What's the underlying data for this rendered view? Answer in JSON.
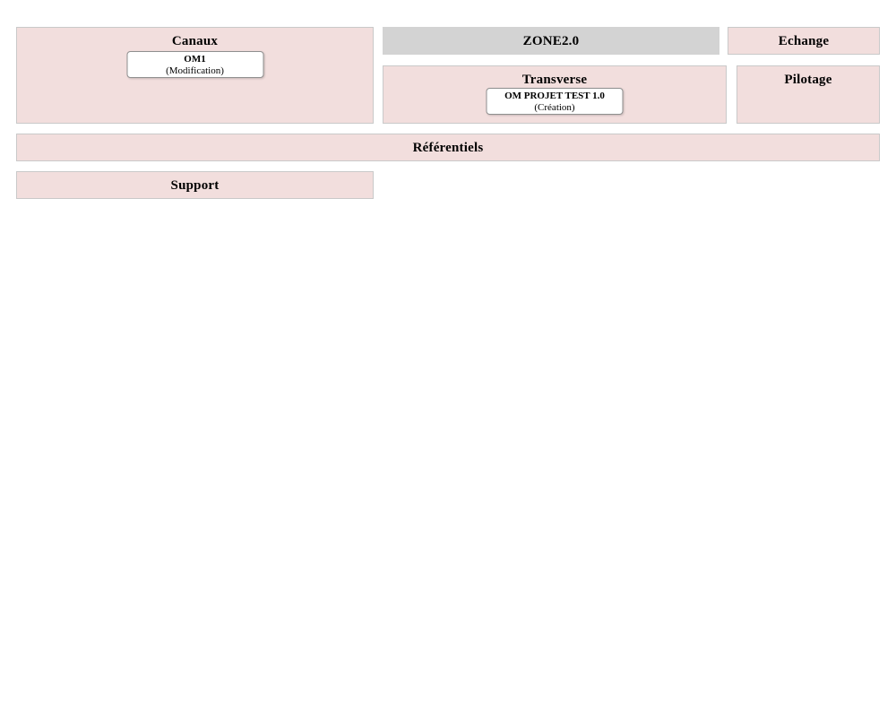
{
  "colors": {
    "panel_pink": "#f2dedd",
    "panel_gray": "#d3d3d3",
    "panel_border": "#c9c9c9",
    "card_border": "#8f8f8f",
    "text": "#000000"
  },
  "panels": {
    "canaux": {
      "title": "Canaux",
      "card": {
        "name": "OM1",
        "status": "(Modification)"
      }
    },
    "zone": {
      "title": "ZONE2.0"
    },
    "echange": {
      "title": "Echange"
    },
    "transverse": {
      "title": "Transverse",
      "card": {
        "name": "OM PROJET TEST 1.0",
        "status": "(Création)"
      }
    },
    "pilotage": {
      "title": "Pilotage"
    },
    "referentiels": {
      "title": "Référentiels"
    },
    "support": {
      "title": "Support"
    }
  }
}
